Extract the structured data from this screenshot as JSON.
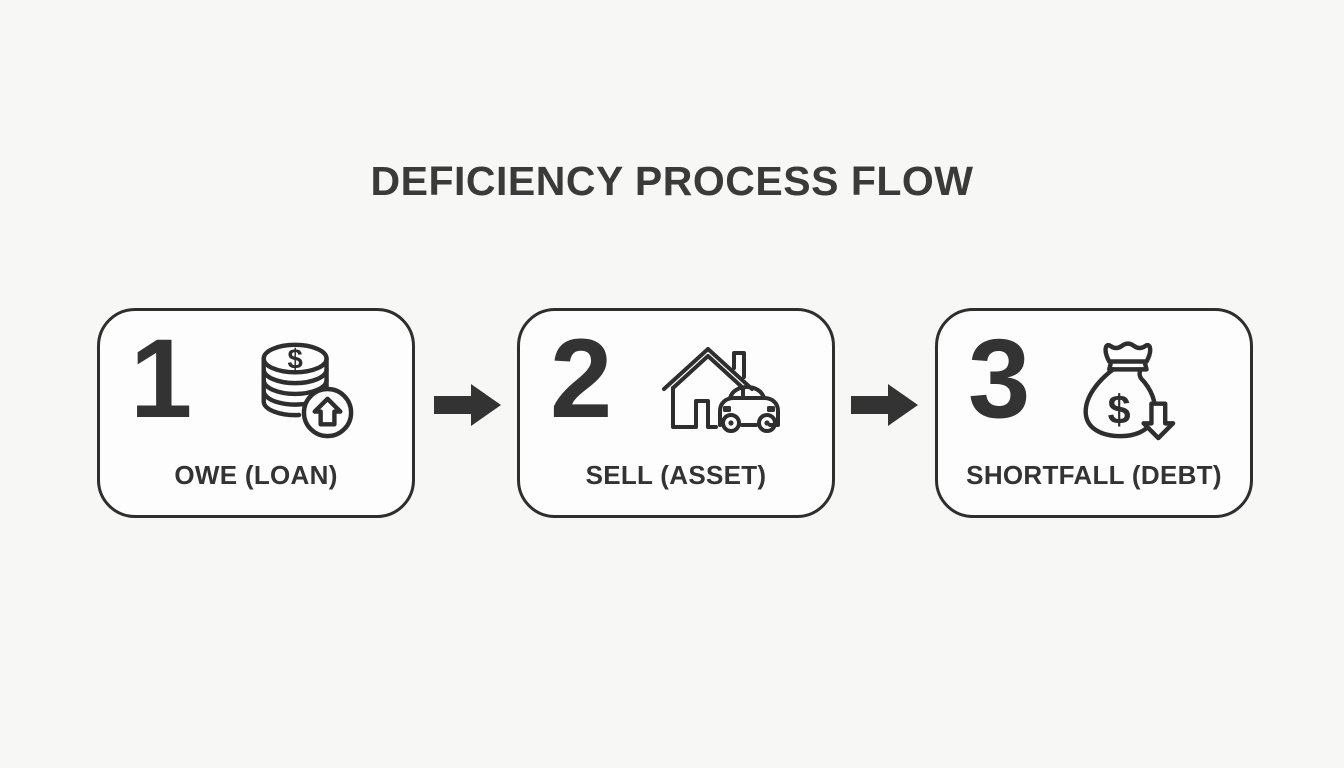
{
  "title": "DEFICIENCY PROCESS FLOW",
  "steps": [
    {
      "number": "1",
      "label": "OWE (LOAN)",
      "icon": "coin-stack-increase-icon"
    },
    {
      "number": "2",
      "label": "SELL (ASSET)",
      "icon": "house-and-car-icon"
    },
    {
      "number": "3",
      "label": "SHORTFALL (DEBT)",
      "icon": "money-bag-decrease-icon"
    }
  ],
  "symbols": {
    "dollar": "$"
  },
  "connectors": [
    {
      "from": "1",
      "to": "2",
      "shape": "solid-right-arrow"
    },
    {
      "from": "2",
      "to": "3",
      "shape": "solid-right-arrow"
    }
  ],
  "colors": {
    "background": "#f7f7f6",
    "box_fill": "#fdfdfd",
    "ink": "#333333",
    "border": "#2e2e2e"
  }
}
